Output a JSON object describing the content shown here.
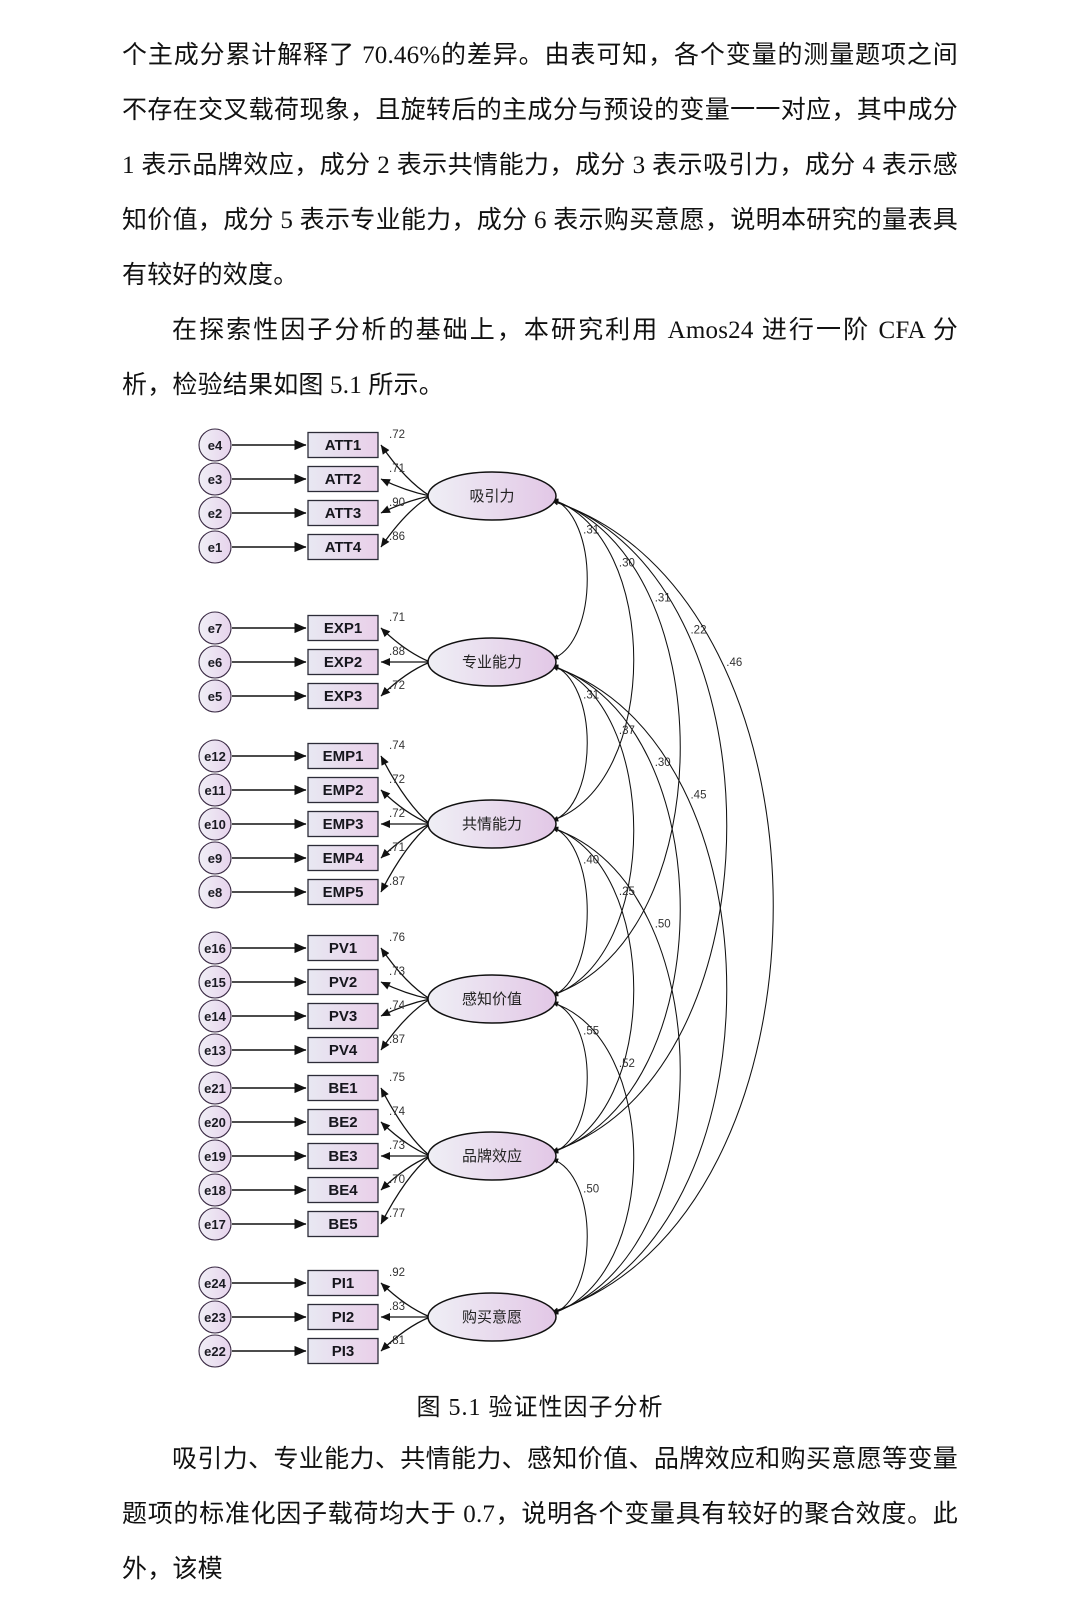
{
  "document": {
    "paragraph_1": "个主成分累计解释了 70.46%的差异。由表可知，各个变量的测量题项之间不存在交叉载荷现象，且旋转后的主成分与预设的变量一一对应，其中成分 1 表示品牌效应，成分 2 表示共情能力，成分 3 表示吸引力，成分 4 表示感知价值，成分 5 表示专业能力，成分 6 表示购买意愿，说明本研究的量表具有较好的效度。",
    "paragraph_2": "在探索性因子分析的基础上，本研究利用 Amos24 进行一阶 CFA 分析，检验结果如图 5.1 所示。",
    "figure_caption": "图 5.1  验证性因子分析",
    "paragraph_3": "吸引力、专业能力、共情能力、感知价值、品牌效应和购买意愿等变量题项的标准化因子载荷均大于 0.7，说明各个变量具有较好的聚合效度。此外，该模"
  },
  "chart_data": {
    "type": "diagram",
    "title": "图 5.1  验证性因子分析",
    "subtype": "cfa-path-diagram",
    "colors": {
      "box_fill_left": "#e8e8f2",
      "box_fill_right": "#e9cfe9",
      "ellipse_fill_left": "#eeeef4",
      "ellipse_fill_right": "#e3c9e6",
      "stroke": "#111111"
    },
    "factors": [
      {
        "id": "ATT",
        "label": "吸引力",
        "indicators": [
          {
            "name": "ATT1",
            "error": "e4",
            "loading": ".72"
          },
          {
            "name": "ATT2",
            "error": "e3",
            "loading": ".71"
          },
          {
            "name": "ATT3",
            "error": "e2",
            "loading": ".90"
          },
          {
            "name": "ATT4",
            "error": "e1",
            "loading": ".86"
          }
        ]
      },
      {
        "id": "EXP",
        "label": "专业能力",
        "indicators": [
          {
            "name": "EXP1",
            "error": "e7",
            "loading": ".71"
          },
          {
            "name": "EXP2",
            "error": "e6",
            "loading": ".88"
          },
          {
            "name": "EXP3",
            "error": "e5",
            "loading": ".72"
          }
        ]
      },
      {
        "id": "EMP",
        "label": "共情能力",
        "indicators": [
          {
            "name": "EMP1",
            "error": "e12",
            "loading": ".74"
          },
          {
            "name": "EMP2",
            "error": "e11",
            "loading": ".72"
          },
          {
            "name": "EMP3",
            "error": "e10",
            "loading": ".72"
          },
          {
            "name": "EMP4",
            "error": "e9",
            "loading": ".71"
          },
          {
            "name": "EMP5",
            "error": "e8",
            "loading": ".87"
          }
        ]
      },
      {
        "id": "PV",
        "label": "感知价值",
        "indicators": [
          {
            "name": "PV1",
            "error": "e16",
            "loading": ".76"
          },
          {
            "name": "PV2",
            "error": "e15",
            "loading": ".73"
          },
          {
            "name": "PV3",
            "error": "e14",
            "loading": ".74"
          },
          {
            "name": "PV4",
            "error": "e13",
            "loading": ".87"
          }
        ]
      },
      {
        "id": "BE",
        "label": "品牌效应",
        "indicators": [
          {
            "name": "BE1",
            "error": "e21",
            "loading": ".75"
          },
          {
            "name": "BE2",
            "error": "e20",
            "loading": ".74"
          },
          {
            "name": "BE3",
            "error": "e19",
            "loading": ".73"
          },
          {
            "name": "BE4",
            "error": "e18",
            "loading": ".70"
          },
          {
            "name": "BE5",
            "error": "e17",
            "loading": ".77"
          }
        ]
      },
      {
        "id": "PI",
        "label": "购买意愿",
        "indicators": [
          {
            "name": "PI1",
            "error": "e24",
            "loading": ".92"
          },
          {
            "name": "PI2",
            "error": "e23",
            "loading": ".83"
          },
          {
            "name": "PI3",
            "error": "e22",
            "loading": ".81"
          }
        ]
      }
    ],
    "covariances": [
      {
        "from": "ATT",
        "to": "EXP",
        "value": ".31"
      },
      {
        "from": "ATT",
        "to": "EMP",
        "value": ".30"
      },
      {
        "from": "ATT",
        "to": "PV",
        "value": ".31"
      },
      {
        "from": "ATT",
        "to": "BE",
        "value": ".22"
      },
      {
        "from": "ATT",
        "to": "PI",
        "value": ".46"
      },
      {
        "from": "EXP",
        "to": "EMP",
        "value": ".31"
      },
      {
        "from": "EXP",
        "to": "PV",
        "value": ".37"
      },
      {
        "from": "EXP",
        "to": "BE",
        "value": ".30"
      },
      {
        "from": "EXP",
        "to": "PI",
        "value": ".45"
      },
      {
        "from": "EMP",
        "to": "PV",
        "value": ".40"
      },
      {
        "from": "EMP",
        "to": "BE",
        "value": ".25"
      },
      {
        "from": "EMP",
        "to": "PI",
        "value": ".50"
      },
      {
        "from": "PV",
        "to": "BE",
        "value": ".55"
      },
      {
        "from": "PV",
        "to": "PI",
        "value": ".52"
      },
      {
        "from": "BE",
        "to": "PI",
        "value": ".50"
      }
    ]
  }
}
